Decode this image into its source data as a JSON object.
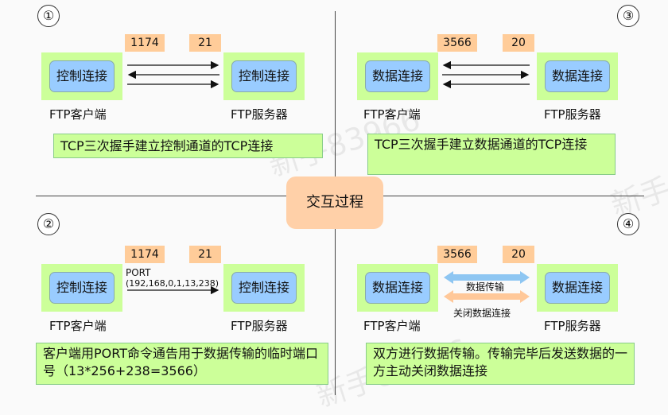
{
  "center_label": "交互过程",
  "watermarks": [
    "新手83966",
    "新手83966",
    "新手83966"
  ],
  "panels": [
    {
      "number": "①",
      "client_port": "1174",
      "server_port": "21",
      "client_box": "控制连接",
      "server_box": "控制连接",
      "client_label": "FTP客户端",
      "server_label": "FTP服务器",
      "description": "TCP三次握手建立控制通道的TCP连接"
    },
    {
      "number": "③",
      "client_port": "3566",
      "server_port": "20",
      "client_box": "数据连接",
      "server_box": "数据连接",
      "client_label": "FTP客户端",
      "server_label": "FTP服务器",
      "description": "TCP三次握手建立数据通道的TCP连接"
    },
    {
      "number": "②",
      "client_port": "1174",
      "server_port": "21",
      "client_box": "控制连接",
      "server_box": "控制连接",
      "client_label": "FTP客户端",
      "server_label": "FTP服务器",
      "port_cmd_line1": "PORT",
      "port_cmd_line2": "(192,168,0,1,13,238)",
      "description": "客户端用PORT命令通告用于数据传输的临时端口号（13*256+238=3566）"
    },
    {
      "number": "④",
      "client_port": "3566",
      "server_port": "20",
      "client_box": "数据连接",
      "server_box": "数据连接",
      "client_label": "FTP客户端",
      "server_label": "FTP服务器",
      "transfer_label": "数据传输",
      "close_label": "关闭数据连接",
      "description": "双方进行数据传输。传输完毕后发送数据的一方主动关闭数据连接"
    }
  ]
}
